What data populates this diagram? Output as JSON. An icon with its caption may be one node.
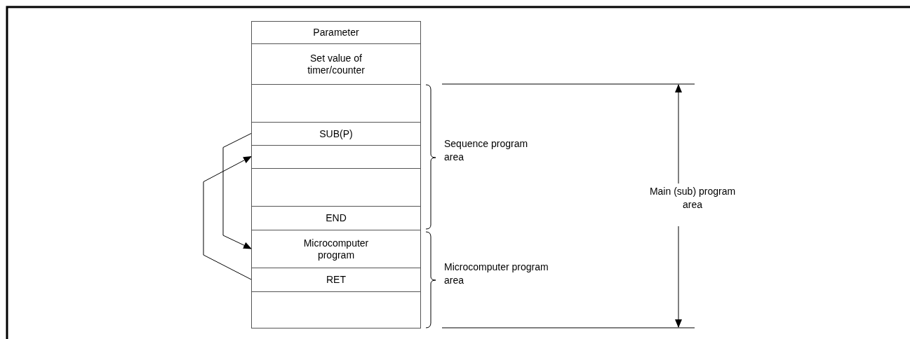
{
  "diagram": {
    "nodes": [
      {
        "text": [
          "Parameter"
        ]
      },
      {
        "text": [
          "Set value of timer/counter"
        ]
      },
      {
        "text": [],
        "shape": "box"
      },
      {
        "text": [
          "SUB(P)"
        ]
      },
      {
        "text": [],
        "shape": "box"
      },
      {
        "text": [],
        "shape": "box"
      },
      {
        "text": [
          "END"
        ]
      },
      {
        "text": [
          "Microcomputer program"
        ]
      },
      {
        "text": [
          "RET"
        ]
      },
      {
        "text": [],
        "shape": "box"
      }
    ],
    "edges": [
      {
        "from": 3,
        "to": 7,
        "arrow": "to"
      },
      {
        "from": 8,
        "to": 4,
        "arrow": "to"
      }
    ],
    "labels": [
      "Sequence program area",
      "Main (sub) program area",
      "Microcomputer program area"
    ]
  }
}
